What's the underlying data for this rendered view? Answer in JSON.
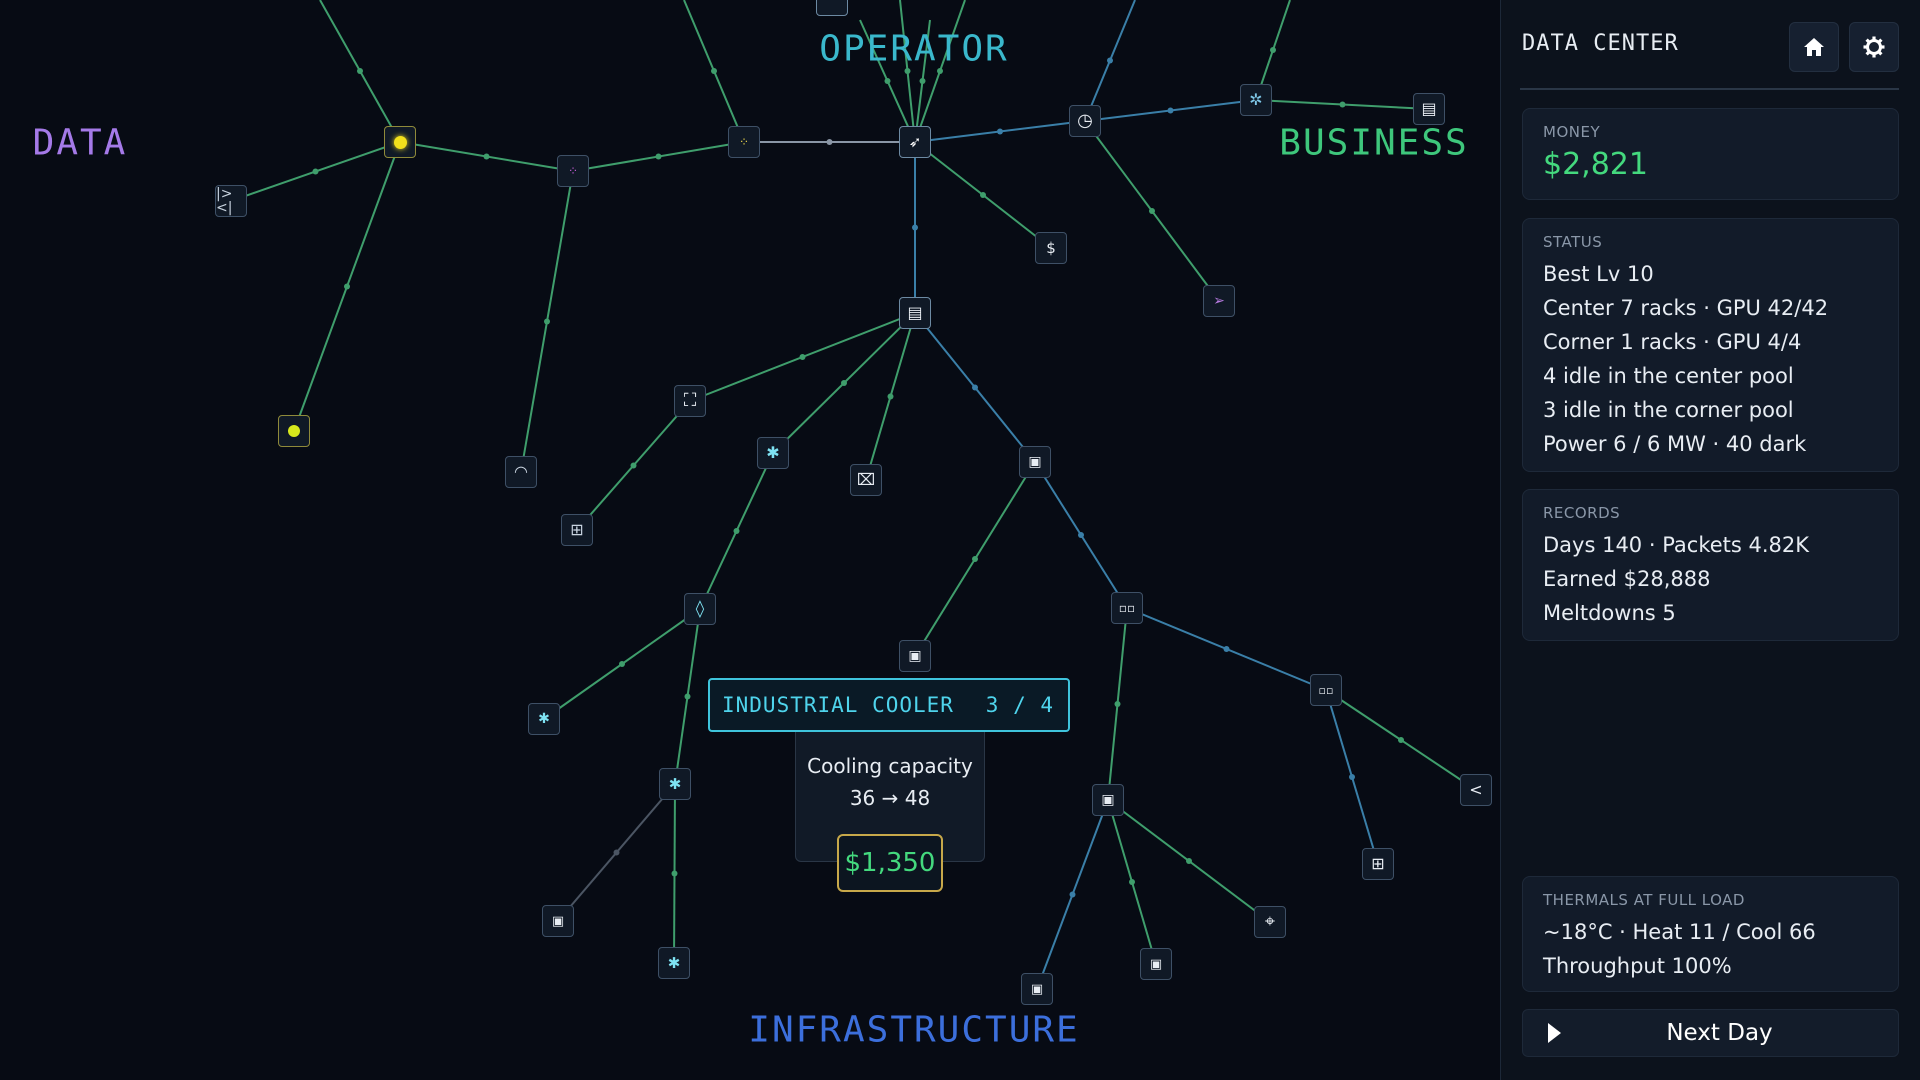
{
  "branches": {
    "data": {
      "label": "DATA",
      "color": "#a57ae8"
    },
    "operator": {
      "label": "OPERATOR",
      "color": "#3ab8cc"
    },
    "business": {
      "label": "BUSINESS",
      "color": "#3ec77c"
    },
    "infrastructure": {
      "label": "INFRASTRUCTURE",
      "color": "#3c6fdc"
    }
  },
  "tooltip": {
    "title": "INDUSTRIAL COOLER",
    "level": "3 / 4",
    "description": "Cooling capacity",
    "value_change": "36 → 48",
    "cost": "$1,350"
  },
  "sidebar": {
    "title": "DATA CENTER",
    "home_icon": "home-icon",
    "settings_icon": "gear-icon",
    "money": {
      "label": "MONEY",
      "value": "$2,821"
    },
    "status": {
      "label": "STATUS",
      "lines": [
        "Best Lv 10",
        "Center 7 racks · GPU 42/42",
        "Corner 1 racks · GPU 4/4",
        "4 idle in the center pool",
        "3 idle in the corner pool",
        "Power 6 / 6 MW · 40 dark"
      ]
    },
    "records": {
      "label": "RECORDS",
      "lines": [
        "Days 140 · Packets 4.82K",
        "Earned $28,888",
        "Meltdowns 5"
      ]
    },
    "thermals": {
      "label": "THERMALS AT FULL LOAD",
      "lines": [
        "~18°C  ·  Heat 11 / Cool 66",
        "Throughput 100%"
      ]
    },
    "next_day_label": "Next Day"
  },
  "colors": {
    "accent_green": "#44d97e",
    "accent_cyan": "#3fc4dc",
    "cost_border": "#c7a84a",
    "link_green": "#3f9e6c",
    "link_blue": "#3a7fa8"
  }
}
